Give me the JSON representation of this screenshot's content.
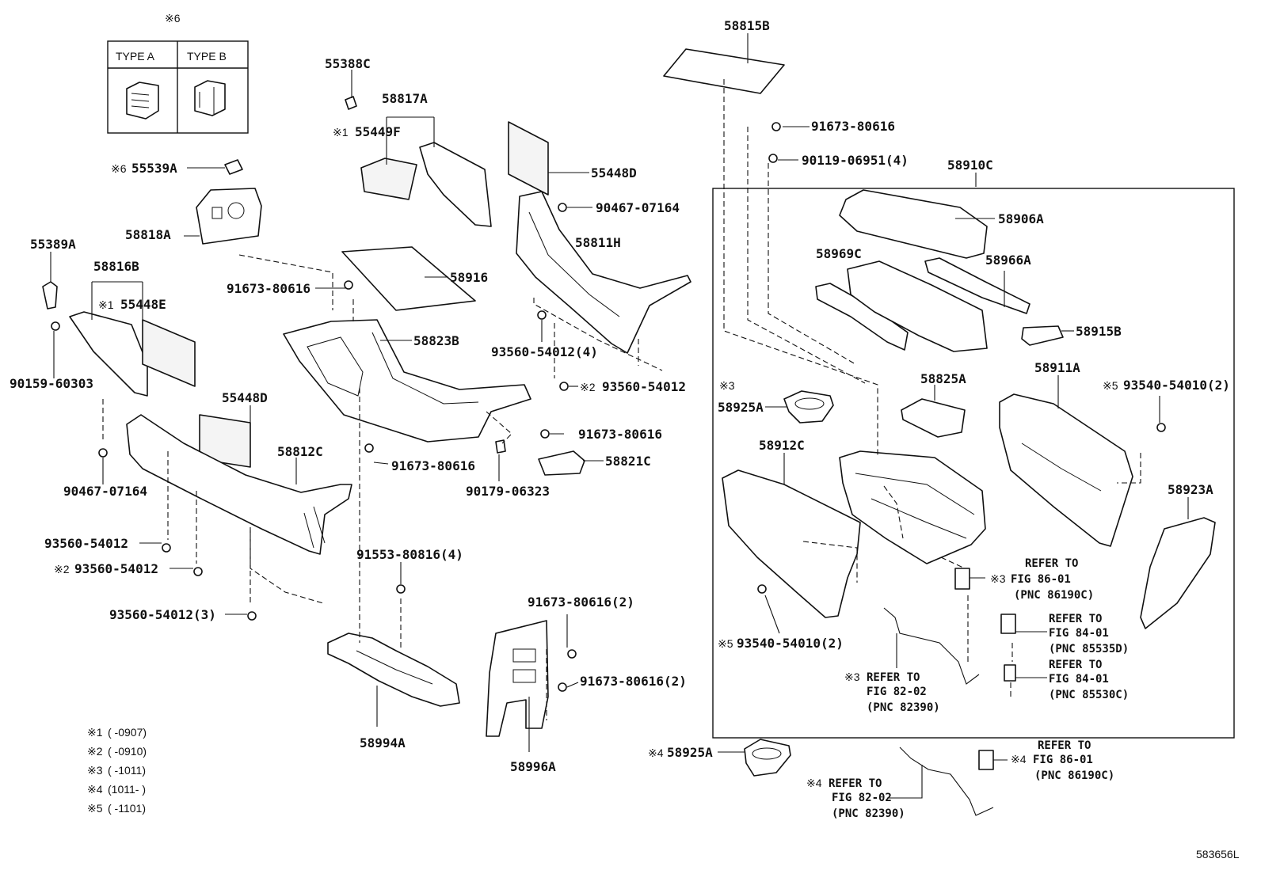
{
  "type_box": {
    "note_mark": "※6",
    "type_a": "TYPE A",
    "type_b": "TYPE B"
  },
  "labels": {
    "p58815B": "58815B",
    "p91673_80616_a": "91673-80616",
    "p90119_06951": "90119-06951(4)",
    "p58910C": "58910C",
    "p55388C": "55388C",
    "p58817A": "58817A",
    "p55449F_mark": "※1",
    "p55449F": "55449F",
    "p55448D_a": "55448D",
    "p90467_07164_a": "90467-07164",
    "p55539A_mark": "※6",
    "p55539A": "55539A",
    "p58818A": "58818A",
    "p58811H": "58811H",
    "p58906A": "58906A",
    "p58969C": "58969C",
    "p58966A": "58966A",
    "p58915B": "58915B",
    "p55389A": "55389A",
    "p58816B": "58816B",
    "p55448E_mark": "※1",
    "p55448E": "55448E",
    "p91673_80616_b": "91673-80616",
    "p58916": "58916",
    "p58823B": "58823B",
    "p93560_54012_4": "93560-54012(4)",
    "p93560_54012_m2a_mark": "※2",
    "p93560_54012_m2a": "93560-54012",
    "p90159_60303": "90159-60303",
    "p58825A": "58825A",
    "p58911A": "58911A",
    "p93540_54010_2a_mark": "※5",
    "p93540_54010_2a": "93540-54010(2)",
    "p58925A_mark": "※3",
    "p58925A": "58925A",
    "p55448D_b": "55448D",
    "p91673_80616_c": "91673-80616",
    "p58812C": "58812C",
    "p91673_80616_d": "91673-80616",
    "p58821C": "58821C",
    "p58912C": "58912C",
    "p90467_07164_b": "90467-07164",
    "p90179_06323": "90179-06323",
    "p58923A": "58923A",
    "p93560_54012": "93560-54012",
    "p91553_80816": "91553-80816(4)",
    "p93560_54012_m2b_mark": "※2",
    "p93560_54012_m2b": "93560-54012",
    "p93560_54012_3": "93560-54012(3)",
    "p91673_80616_2a": "91673-80616(2)",
    "p91673_80616_2b": "91673-80616(2)",
    "p93540_54010_2b_mark": "※5",
    "p93540_54010_2b": "93540-54010(2)",
    "p58994A": "58994A",
    "p58996A": "58996A",
    "p58925A_b_mark": "※4",
    "p58925A_b": "58925A"
  },
  "references": {
    "r1_mark": "※3",
    "r1_l1": "REFER TO",
    "r1_l2": "FIG 86-01",
    "r1_l3": "(PNC 86190C)",
    "r2_l1": "REFER TO",
    "r2_l2": "FIG 84-01",
    "r2_l3": "(PNC 85535D)",
    "r3_l1": "REFER TO",
    "r3_l2": "FIG 84-01",
    "r3_l3": "(PNC 85530C)",
    "r4_mark": "※3",
    "r4_l1": "REFER TO",
    "r4_l2": "FIG 82-02",
    "r4_l3": "(PNC 82390)",
    "r5_mark": "※4",
    "r5_l1": "REFER TO",
    "r5_l2": "FIG 86-01",
    "r5_l3": "(PNC 86190C)",
    "r6_mark": "※4",
    "r6_l1": "REFER TO",
    "r6_l2": "FIG 82-02",
    "r6_l3": "(PNC 82390)"
  },
  "notes": [
    {
      "mark": "※1",
      "range": "(      -0907)"
    },
    {
      "mark": "※2",
      "range": "(      -0910)"
    },
    {
      "mark": "※3",
      "range": "(      -1011)"
    },
    {
      "mark": "※4",
      "range": "(1011-     )"
    },
    {
      "mark": "※5",
      "range": "(      -1101)"
    }
  ],
  "figure_id": "583656L"
}
